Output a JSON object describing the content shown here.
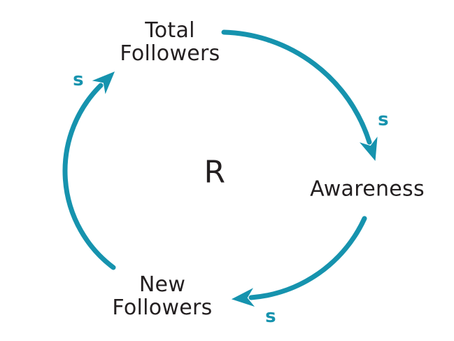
{
  "diagram": {
    "type": "causal-loop",
    "background_color": "#ffffff",
    "accent_color": "#1693ae",
    "text_color": "#231f20",
    "loop": {
      "label": "R",
      "meaning": "reinforcing-loop"
    },
    "nodes": {
      "total_followers": {
        "line1": "Total",
        "line2": "Followers"
      },
      "awareness": {
        "label": "Awareness"
      },
      "new_followers": {
        "line1": "New",
        "line2": "Followers"
      }
    },
    "links": {
      "total_to_awareness": {
        "from": "Total Followers",
        "to": "Awareness",
        "polarity": "s"
      },
      "awareness_to_new": {
        "from": "Awareness",
        "to": "New Followers",
        "polarity": "s"
      },
      "new_to_total": {
        "from": "New Followers",
        "to": "Total Followers",
        "polarity": "s"
      }
    }
  }
}
